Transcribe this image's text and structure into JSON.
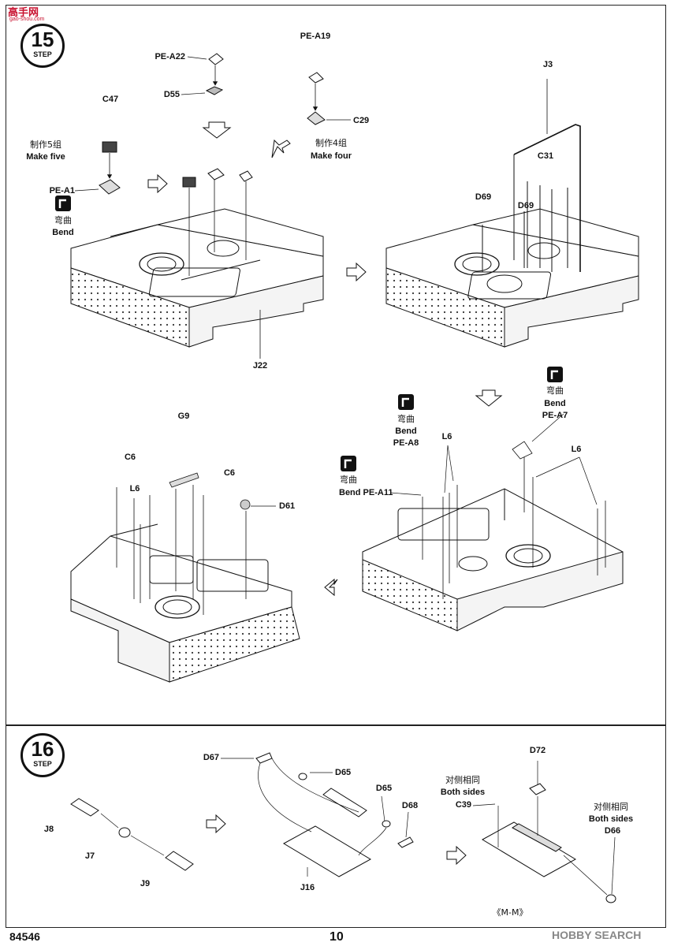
{
  "header": {
    "logo_text": "高手网",
    "logo_sub": "gao-shou.com"
  },
  "step15": {
    "number": "15",
    "step_word": "STEP",
    "labels": {
      "pe_a22": "PE-A22",
      "d55": "D55",
      "pe_a19": "PE-A19",
      "c29": "C29",
      "c47": "C47",
      "make5_cn": "制作5组",
      "make5_en": "Make five",
      "make4_cn": "制作4组",
      "make4_en": "Make four",
      "pe_a1": "PE-A1",
      "bend_cn": "弯曲",
      "bend_en": "Bend",
      "j22": "J22",
      "j3": "J3",
      "c31": "C31",
      "d69a": "D69",
      "d69b": "D69",
      "g9": "G9",
      "c6a": "C6",
      "c6b": "C6",
      "l6a": "L6",
      "d61": "D61",
      "bend2_cn": "弯曲",
      "bend2_en": "Bend",
      "pe_a7": "PE-A7",
      "bend3_cn": "弯曲",
      "bend3_en": "Bend",
      "pe_a8": "PE-A8",
      "l6b": "L6",
      "l6c": "L6",
      "bend4_cn": "弯曲",
      "bend4_en": "Bend PE-A11"
    }
  },
  "step16": {
    "number": "16",
    "step_word": "STEP",
    "labels": {
      "j8": "J8",
      "j7": "J7",
      "j9": "J9",
      "d67": "D67",
      "d65a": "D65",
      "d65b": "D65",
      "d68": "D68",
      "j16": "J16",
      "both1_cn": "对侧相同",
      "both1_en": "Both sides",
      "c39": "C39",
      "d72": "D72",
      "both2_cn": "对侧相同",
      "both2_en": "Both sides",
      "d66": "D66",
      "mm": "《M-M》"
    }
  },
  "footer": {
    "code": "84546",
    "page": "10",
    "watermark": "HOBBY SEARCH"
  }
}
